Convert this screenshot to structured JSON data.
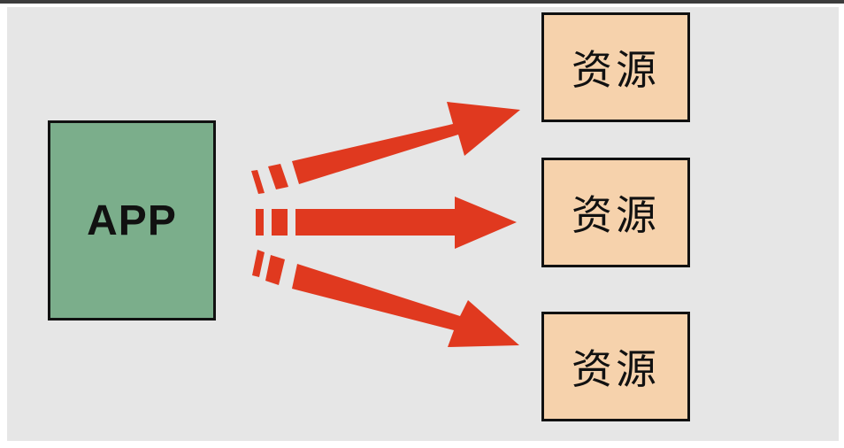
{
  "diagram": {
    "source": {
      "label": "APP",
      "color": "#7bae8b"
    },
    "targets": [
      {
        "label": "资源"
      },
      {
        "label": "资源"
      },
      {
        "label": "资源"
      }
    ],
    "target_color": "#f6d2ac",
    "arrow_color": "#e0391f",
    "edges": [
      {
        "from": "APP",
        "to": 0
      },
      {
        "from": "APP",
        "to": 1
      },
      {
        "from": "APP",
        "to": 2
      }
    ]
  }
}
